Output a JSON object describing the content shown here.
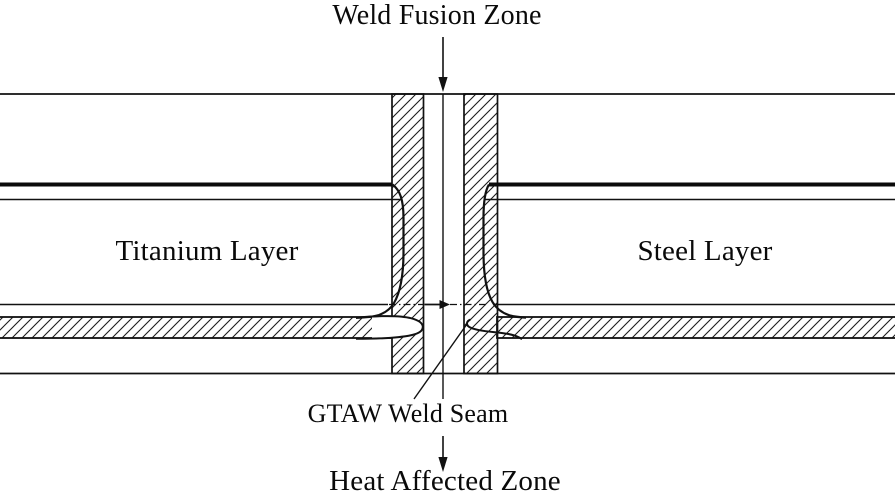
{
  "diagram": {
    "type": "weld-joint-cross-section",
    "colors": {
      "background": "#ffffff",
      "line": "#111111",
      "text": "#0a0a0a"
    },
    "labels": {
      "weld_fusion_zone": "Weld Fusion Zone",
      "titanium_layer": "Titanium Layer",
      "steel_layer": "Steel Layer",
      "gtaw_weld_seam": "GTAW Weld Seam",
      "heat_affected_zone": "Heat Affected Zone"
    },
    "icons": {
      "down_arrow_top": "arrow-down",
      "down_arrow_bottom": "arrow-down",
      "seam_arrow": "arrow-right",
      "leader": "leader-line"
    }
  }
}
